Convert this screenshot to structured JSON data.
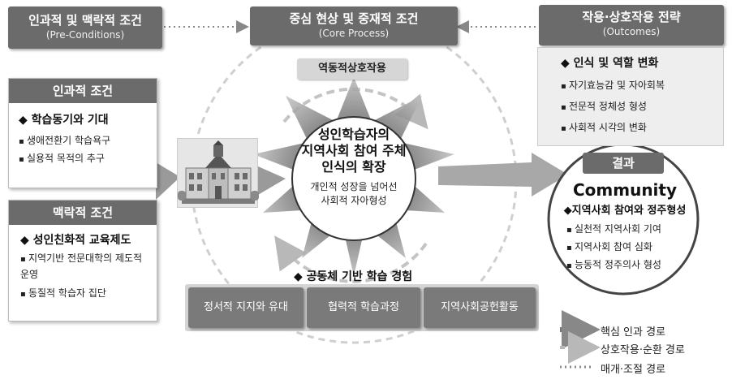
{
  "headers": {
    "pre": {
      "title": "인과적 및 맥락적 조건",
      "sub": "(Pre-Conditions)"
    },
    "core": {
      "title": "중심 현상 및 중재적 조건",
      "sub": "(Core Process)"
    },
    "out": {
      "title": "작용·상호작용 전략",
      "sub": "(Outcomes)"
    }
  },
  "causal": {
    "title": "인과적 조건",
    "heading": "◆ 학습동기와 기대",
    "items": [
      "생애전환기 학습욕구",
      "실용적 목적의 추구"
    ]
  },
  "contextual": {
    "title": "맥락적 조건",
    "heading": "◆ 성인친화적 교육제도",
    "items": [
      "지역기반 전문대학의 제도적운영",
      "동질적 학습자 집단"
    ]
  },
  "core": {
    "top_label": "역동적상호작용",
    "center_title": [
      "성인학습자의",
      "지역사회 참여 주체",
      "인식의 확장"
    ],
    "center_sub": [
      "개인적 성장을 넘어선",
      "사회적 자아형성"
    ],
    "bottom_heading": "◆ 공동체 기반 학습 경험",
    "boxes": [
      "정서적 지지와 유대",
      "협력적 학습과정",
      "지역사회공헌활동"
    ]
  },
  "strategy": {
    "heading": "◆ 인식 및 역할 변화",
    "items": [
      "자기효능감 및 자아회복",
      "전문적 정체성 형성",
      "사회적 시각의 변화"
    ]
  },
  "result": {
    "label": "결과",
    "title": "Community",
    "heading": "◆지역사회 참여와 정주형성",
    "items": [
      "실천적 지역사회 기여",
      "지역사회 참여 심화",
      "능동적 정주의사 형성"
    ]
  },
  "legend": {
    "core": "핵심 인과 경로",
    "interaction": "상호작용·순환 경로",
    "mediation": "매개·조절 경로"
  },
  "colors": {
    "dark": "#6b6b6b",
    "mid": "#9a9a9a",
    "light": "#c8c8c8"
  }
}
